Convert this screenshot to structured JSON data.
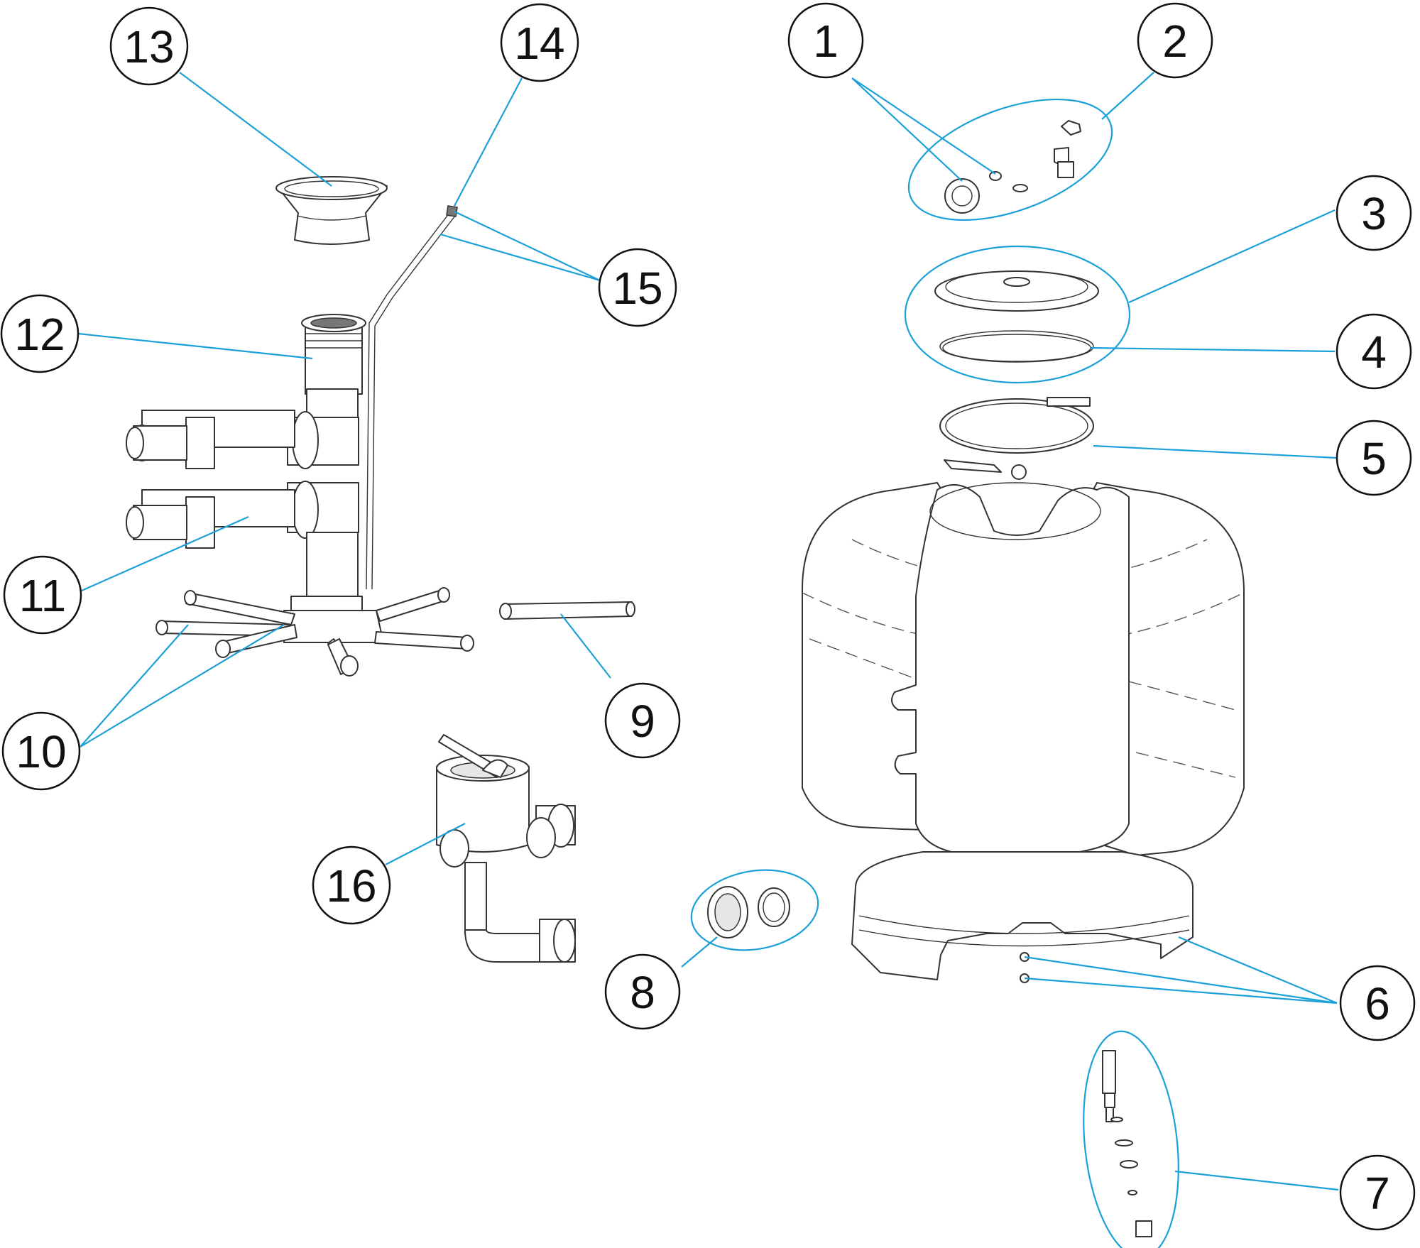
{
  "colors": {
    "leader": "#1ba0d8",
    "outline": "#333333",
    "background": "#ffffff"
  },
  "callouts": [
    {
      "id": "1",
      "label": "1"
    },
    {
      "id": "2",
      "label": "2"
    },
    {
      "id": "3",
      "label": "3"
    },
    {
      "id": "4",
      "label": "4"
    },
    {
      "id": "5",
      "label": "5"
    },
    {
      "id": "6",
      "label": "6"
    },
    {
      "id": "7",
      "label": "7"
    },
    {
      "id": "8",
      "label": "8"
    },
    {
      "id": "9",
      "label": "9"
    },
    {
      "id": "10",
      "label": "10"
    },
    {
      "id": "11",
      "label": "11"
    },
    {
      "id": "12",
      "label": "12"
    },
    {
      "id": "13",
      "label": "13"
    },
    {
      "id": "14",
      "label": "14"
    },
    {
      "id": "15",
      "label": "15"
    },
    {
      "id": "16",
      "label": "16"
    }
  ]
}
